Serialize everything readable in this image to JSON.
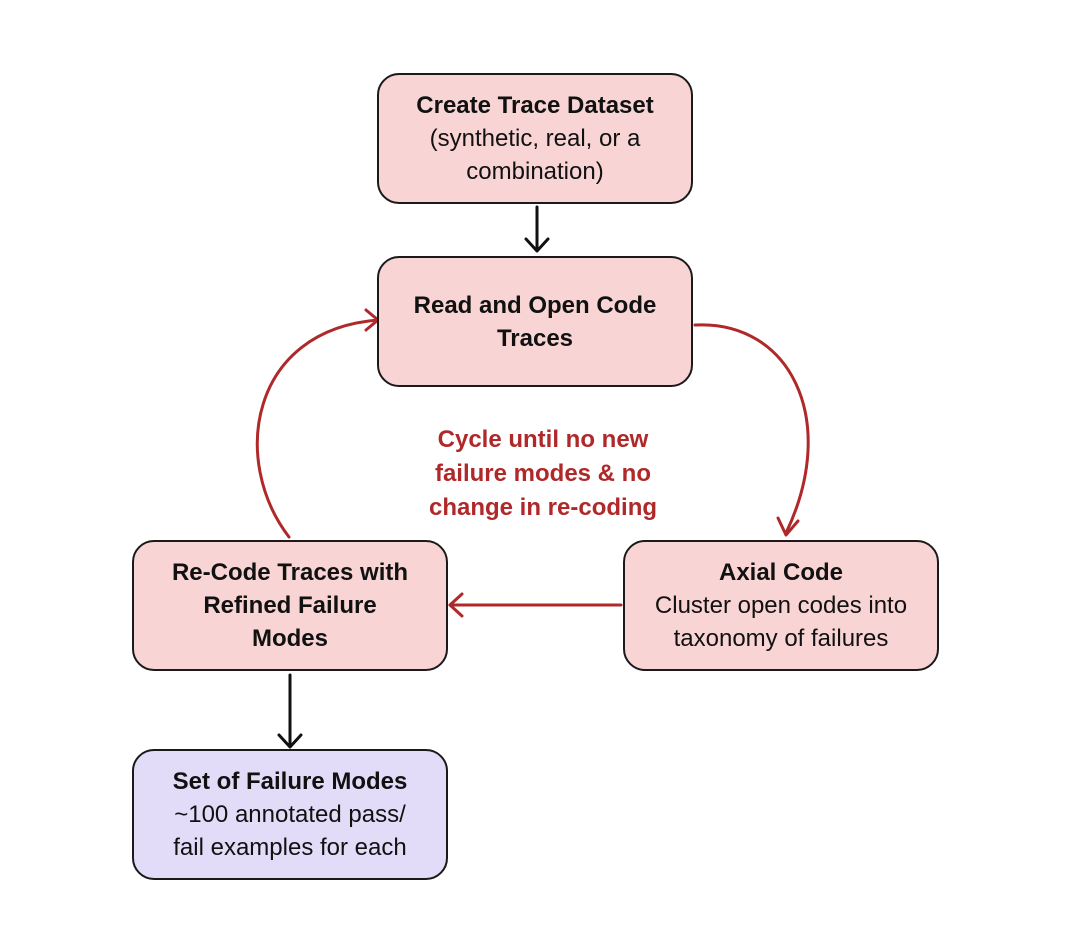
{
  "nodes": {
    "create_dataset": {
      "title": "Create Trace Dataset",
      "desc": "(synthetic, real, or a\ncombination)"
    },
    "read_open_code": {
      "title": "Read and Open Code Traces"
    },
    "axial_code": {
      "title": "Axial Code",
      "desc": "Cluster open codes into\ntaxonomy of failures"
    },
    "recode": {
      "title": "Re-Code Traces with Refined Failure Modes"
    },
    "failure_modes": {
      "title": "Set of Failure Modes",
      "desc": "~100 annotated pass/\nfail examples for each"
    }
  },
  "cycle_label": "Cycle until no new\nfailure modes & no\nchange in re-coding",
  "colors": {
    "step_fill": "#f8d5d4",
    "final_fill": "#e3dcf8",
    "border": "#1a1a1a",
    "cycle_red": "#b0292a",
    "arrow_black": "#111111"
  }
}
